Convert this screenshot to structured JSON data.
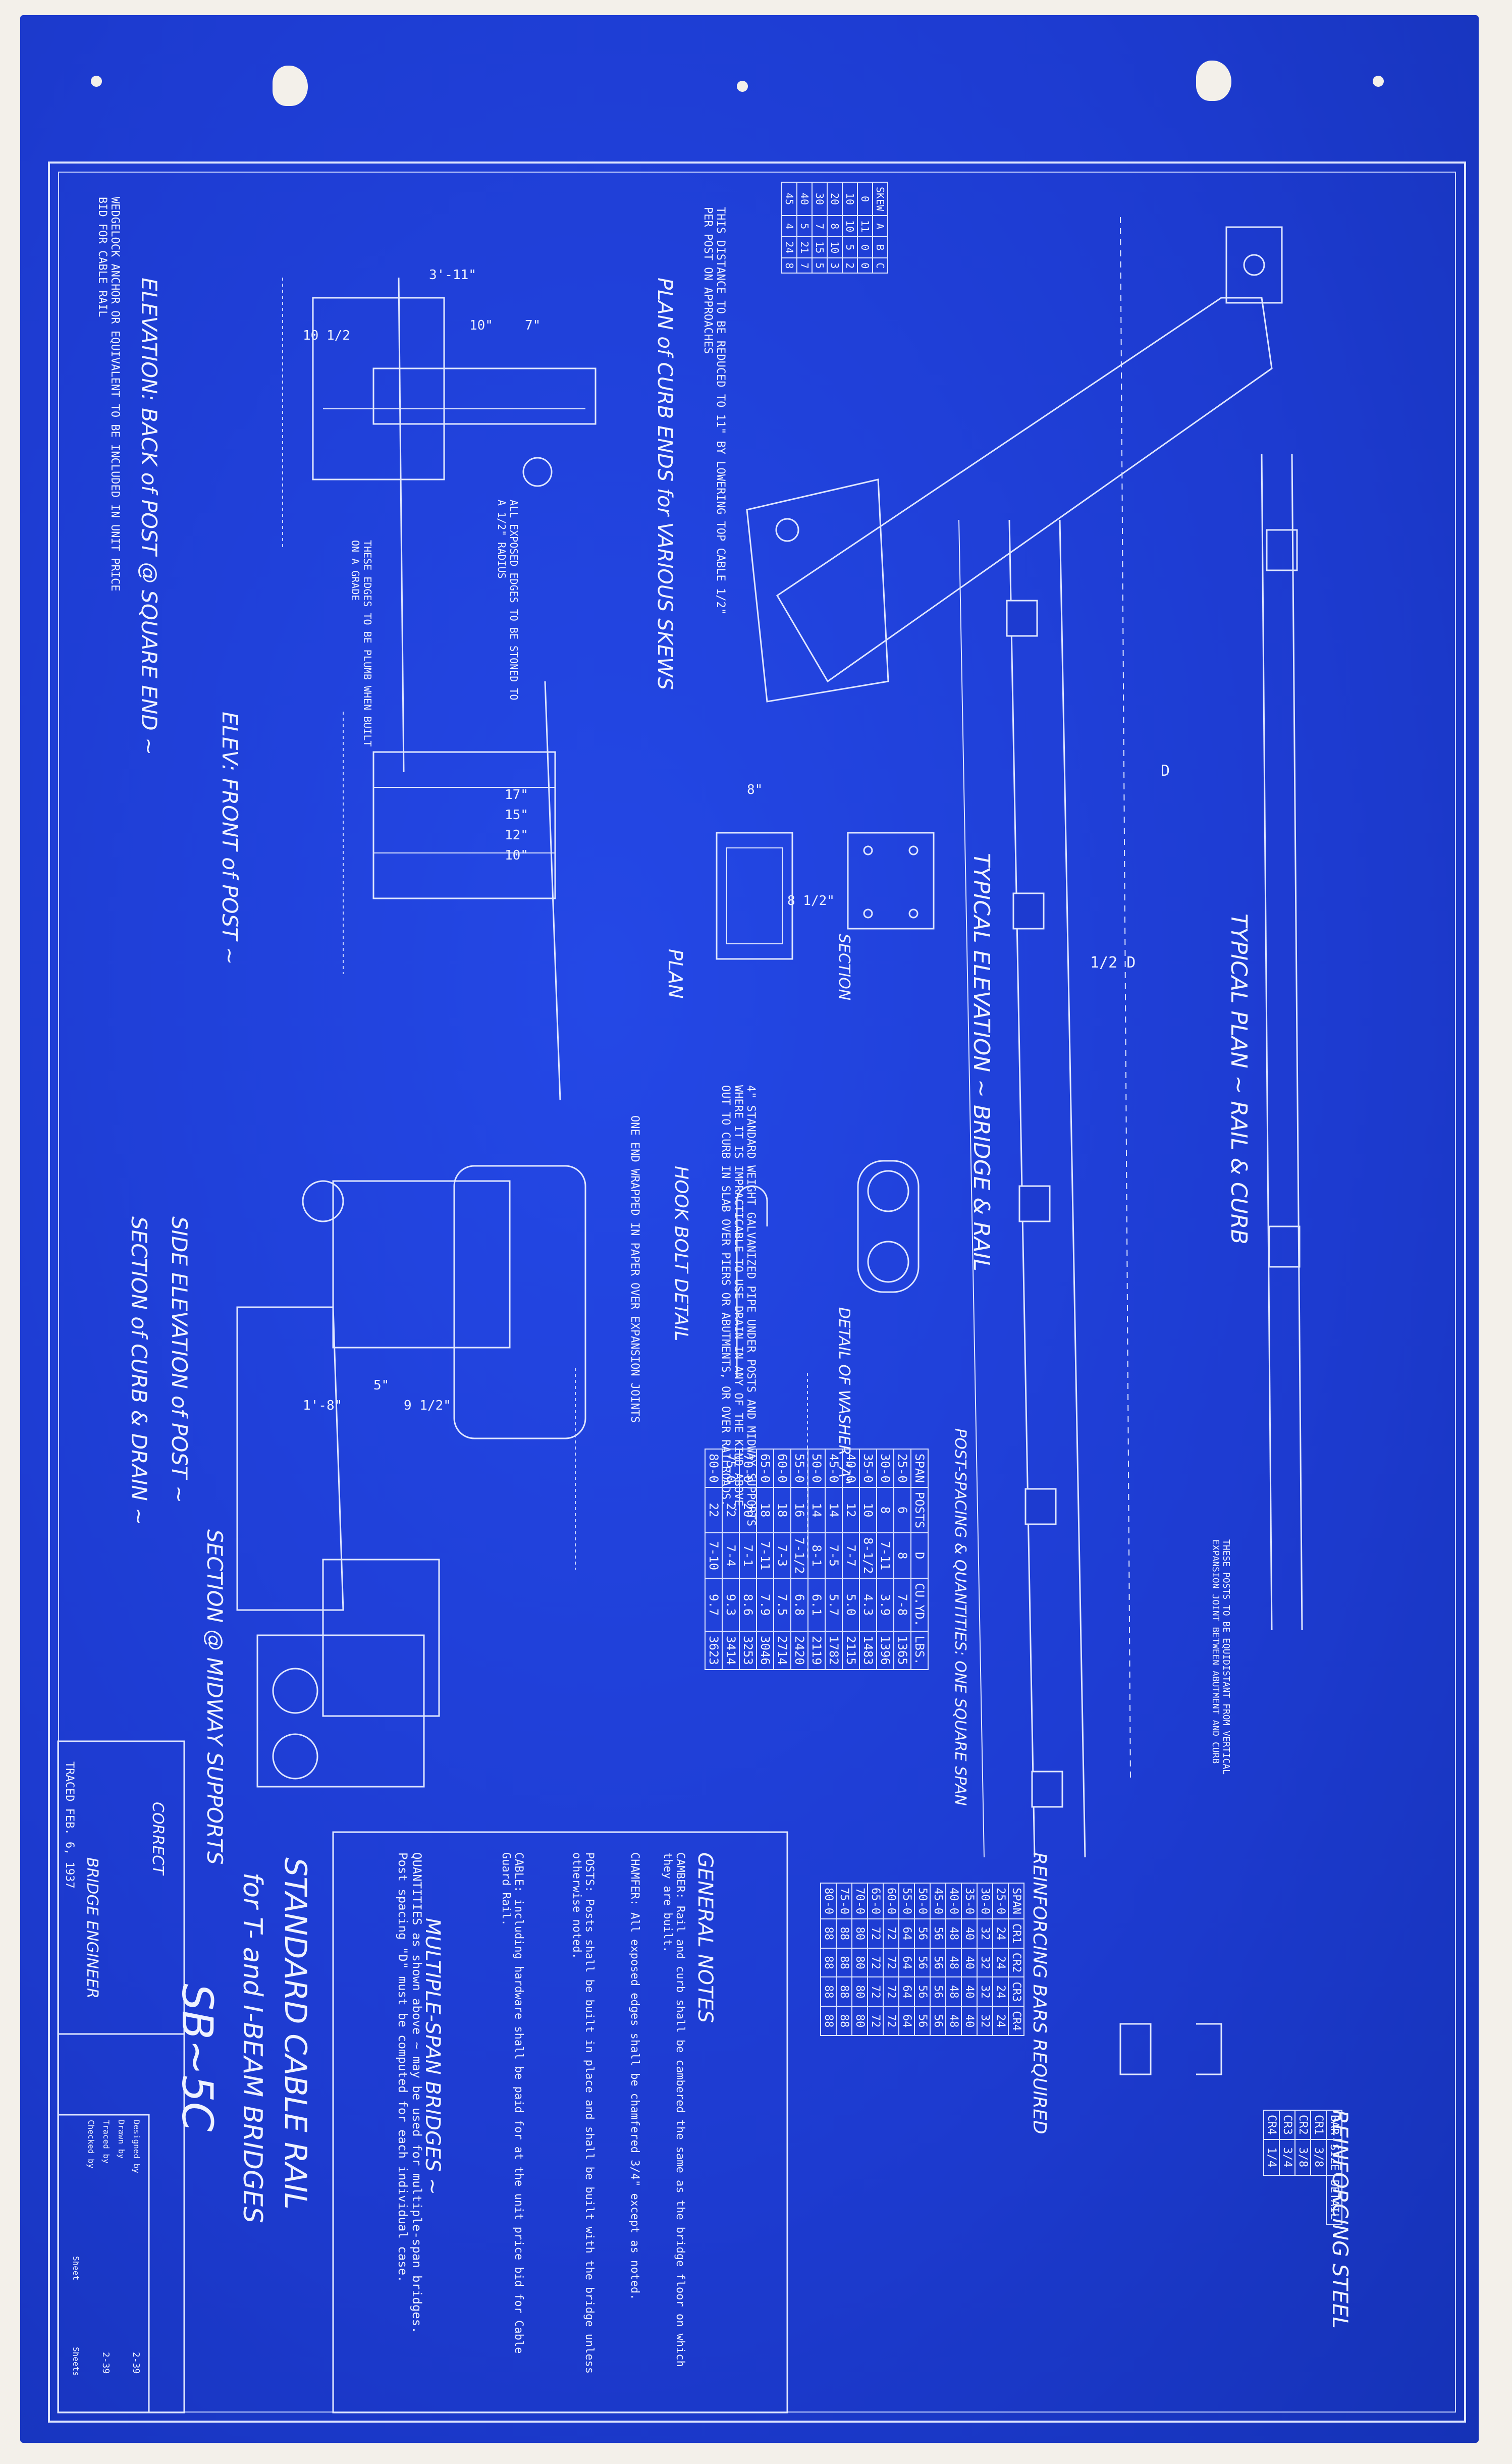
{
  "titles": {
    "main_title_1": "STANDARD CABLE RAIL",
    "main_title_2": "for T- and I-BEAM BRIDGES",
    "main_title_3": "SB~5C",
    "typical_plan": "TYPICAL PLAN ~ RAIL & CURB",
    "typical_elevation": "TYPICAL ELEVATION ~ BRIDGE & RAIL",
    "elevation_back": "ELEVATION: BACK of POST @ SQUARE END ~",
    "elev_front": "ELEV: FRONT of POST ~",
    "plan_curb_ends": "PLAN of CURB ENDS for VARIOUS SKEWS",
    "plan": "PLAN",
    "section": "SECTION",
    "hook_bolt": "HOOK BOLT DETAIL",
    "washer_a": "DETAIL OF WASHER \"A\"",
    "side_elev_1": "SIDE ELEVATION of POST ~",
    "side_elev_2": "SECTION of CURB & DRAIN ~",
    "section_midway": "SECTION @ MIDWAY SUPPORTS",
    "reinforcing_steel": "REINFORCING STEEL",
    "reinforcing_bars": "REINFORCING BARS REQUIRED",
    "general_notes": "GENERAL NOTES",
    "multiple_span": "MULTIPLE-SPAN BRIDGES ~",
    "post_spacing": "POST-SPACING & QUANTITIES: ONE SQUARE SPAN"
  },
  "notes": {
    "wedgelock": "WEDGELOCK ANCHOR OR EQUIVALENT TO BE INCLUDED IN UNIT PRICE BID FOR CABLE RAIL",
    "distance": "THIS DISTANCE TO BE REDUCED TO 11\" BY LOWERING TOP CABLE 1/2\" PER POST ON APPROACHES",
    "drain_pipe": "4\" STANDARD WEIGHT GALVANIZED PIPE UNDER POSTS AND MIDWAY SUPPORTS WHERE IT IS IMPRACTICABLE TO USE DRAIN IN ANY OF THE KIND ABOVE. OUT TO CURB IN SLAB OVER PIERS OR ABUTMENTS, OR OVER RAILROADS.",
    "expansion": "ONE END WRAPPED IN PAPER OVER EXPANSION JOINTS",
    "exposed_edges": "ALL EXPOSED EDGES TO BE STONED TO A 1/2\" RADIUS",
    "edges_plumb": "THESE EDGES TO BE PLUMB WHEN BUILT ON A GRADE",
    "posts_note": "THESE POSTS TO BE EQUIDISTANT FROM VERTICAL EXPANSION JOINT BETWEEN ABUTMENT AND CURB",
    "multi_span_text": "QUANTITIES as shown above ~ may be used for multiple-span bridges. Post spacing \"D\" must be computed for each individual case.",
    "gn_line1": "CAMBER: Rail and curb shall be cambered the same as the bridge floor on which they are built.",
    "gn_line2": "CHAMFER: All exposed edges shall be chamfered 3/4\" except as noted.",
    "gn_line3": "POSTS: Posts shall be built in place and shall be built with the bridge unless otherwise noted.",
    "gn_line4": "CABLE: including hardware shall be paid for at the unit price bid for Cable Guard Rail."
  },
  "title_block": {
    "correct": "CORRECT",
    "engineer": "BRIDGE ENGINEER",
    "traced": "TRACED FEB. 6, 1937",
    "designed": "Designed by",
    "drawn": "Drawn by",
    "traced_by": "Traced by",
    "checked": "Checked by",
    "sheet": "Sheet",
    "sheets": "Sheets",
    "date1": "2-39",
    "date2": "2-39"
  },
  "spacing_table": {
    "headers": [
      "SPAN",
      "POSTS",
      "D",
      "CU.YD.",
      "LBS."
    ],
    "rows": [
      [
        "25-0",
        "6",
        "8",
        "7-8",
        "1365"
      ],
      [
        "30-0",
        "8",
        "7-11",
        "3.9",
        "1396"
      ],
      [
        "35-0",
        "10",
        "8-1/2",
        "4.3",
        "1483"
      ],
      [
        "40-0",
        "12",
        "7-7",
        "5.0",
        "2115"
      ],
      [
        "45-0",
        "14",
        "7-5",
        "5.7",
        "1782"
      ],
      [
        "50-0",
        "14",
        "8-1",
        "6.1",
        "2119"
      ],
      [
        "55-0",
        "16",
        "7-1/2",
        "6.8",
        "2420"
      ],
      [
        "60-0",
        "18",
        "7-3",
        "7.5",
        "2714"
      ],
      [
        "65-0",
        "18",
        "7-11",
        "7.9",
        "3046"
      ],
      [
        "70-0",
        "20",
        "7-1",
        "8.6",
        "3253"
      ],
      [
        "75-0",
        "22",
        "7-4",
        "9.3",
        "3414"
      ],
      [
        "80-0",
        "22",
        "7-10",
        "9.7",
        "3623"
      ]
    ]
  },
  "skew_table": {
    "headers": [
      "SKEW",
      "A",
      "B",
      "C"
    ],
    "rows": [
      [
        "0",
        "11",
        "0",
        "0"
      ],
      [
        "10",
        "10",
        "5",
        "2"
      ],
      [
        "20",
        "8",
        "10",
        "3"
      ],
      [
        "30",
        "7",
        "15",
        "5"
      ],
      [
        "40",
        "5",
        "21",
        "7"
      ],
      [
        "45",
        "4",
        "24",
        "8"
      ]
    ]
  },
  "bars_table": {
    "headers": [
      "SPAN",
      "CR1",
      "CR2",
      "CR3",
      "CR4"
    ],
    "rows": [
      [
        "25-0",
        "24",
        "24",
        "24",
        "24"
      ],
      [
        "30-0",
        "32",
        "32",
        "32",
        "32"
      ],
      [
        "35-0",
        "40",
        "40",
        "40",
        "40"
      ],
      [
        "40-0",
        "48",
        "48",
        "48",
        "48"
      ],
      [
        "45-0",
        "56",
        "56",
        "56",
        "56"
      ],
      [
        "50-0",
        "56",
        "56",
        "56",
        "56"
      ],
      [
        "55-0",
        "64",
        "64",
        "64",
        "64"
      ],
      [
        "60-0",
        "72",
        "72",
        "72",
        "72"
      ],
      [
        "65-0",
        "72",
        "72",
        "72",
        "72"
      ],
      [
        "70-0",
        "80",
        "80",
        "80",
        "80"
      ],
      [
        "75-0",
        "88",
        "88",
        "88",
        "88"
      ],
      [
        "80-0",
        "88",
        "88",
        "88",
        "88"
      ]
    ]
  },
  "bar_detail": {
    "headers": [
      "BAR",
      "SIZE",
      "DETAIL"
    ],
    "rows": [
      [
        "CR1",
        "3/8"
      ],
      [
        "CR2",
        "3/8"
      ],
      [
        "CR3",
        "3/4"
      ],
      [
        "CR4",
        "1/4"
      ]
    ]
  },
  "dims": {
    "d1": "10 1/2",
    "d2": "3'-11\"",
    "d3": "10\"",
    "d4": "7\"",
    "d5": "8\"",
    "d6": "17\"",
    "d7": "15\"",
    "d8": "12\"",
    "d9": "10\"",
    "d10": "8 1/2\"",
    "d11": "5\"",
    "d12": "9 1/2\"",
    "d13": "1'-8\"",
    "d14": "D",
    "d15": "1/2 D"
  }
}
